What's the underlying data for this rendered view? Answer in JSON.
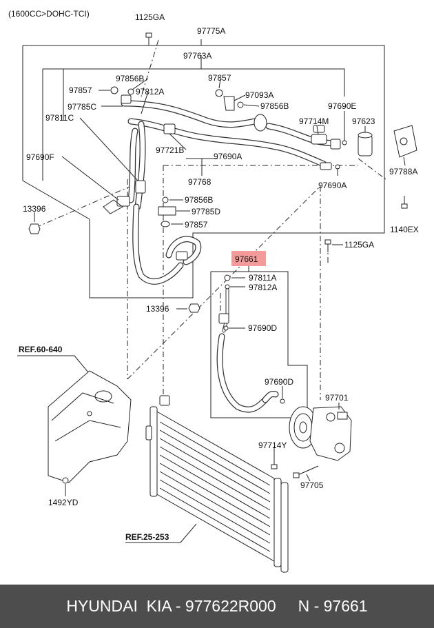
{
  "diagram": {
    "variant": "(1600CC>DOHC-TCI)",
    "highlighted_part": "97661",
    "labels": {
      "p1125GA_top": "1125GA",
      "p97775A": "97775A",
      "p97763A": "97763A",
      "p97856B_a": "97856B",
      "p97857_a": "97857",
      "p97812A_a": "97812A",
      "p97857_b": "97857",
      "p97093A": "97093A",
      "p97856B_b": "97856B",
      "p97690E": "97690E",
      "p97785C": "97785C",
      "p97811C": "97811C",
      "p97714M": "97714M",
      "p97623": "97623",
      "p97690F": "97690F",
      "p97721B": "97721B",
      "p97690A_a": "97690A",
      "p97788A": "97788A",
      "p97768": "97768",
      "p97690A_b": "97690A",
      "p97856B_c": "97856B",
      "p13396_a": "13396",
      "p97785D": "97785D",
      "p97857_c": "97857",
      "p1140EX": "1140EX",
      "p1125GA_mid": "1125GA",
      "p97661": "97661",
      "p97811A": "97811A",
      "p97812A_b": "97812A",
      "p13396_b": "13396",
      "p97690D_a": "97690D",
      "p97690D_b": "97690D",
      "p97701": "97701",
      "p97714Y": "97714Y",
      "p97705": "97705",
      "ref60640": "REF.60-640",
      "ref25253": "REF.25-253",
      "p1492YD": "1492YD"
    }
  },
  "footer": {
    "text": "HYUNDAI  KIA - 977622R000     N - 97661"
  },
  "colors": {
    "footer_bg": "#4d4d4d",
    "highlight": "#f39b9b"
  }
}
